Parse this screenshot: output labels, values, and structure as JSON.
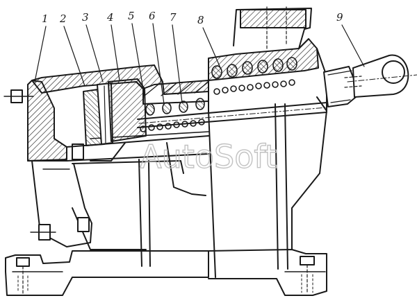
{
  "callouts": [
    {
      "id": "1",
      "label": "1"
    },
    {
      "id": "2",
      "label": "2"
    },
    {
      "id": "3",
      "label": "3"
    },
    {
      "id": "4",
      "label": "4"
    },
    {
      "id": "5",
      "label": "5"
    },
    {
      "id": "6",
      "label": "6"
    },
    {
      "id": "7",
      "label": "7"
    },
    {
      "id": "8",
      "label": "8"
    },
    {
      "id": "9",
      "label": "9"
    }
  ],
  "watermark": "AutoSoft",
  "colors": {
    "ink": "#1a1a1a",
    "paper": "#ffffff",
    "watermark": "#c9c9c9"
  }
}
